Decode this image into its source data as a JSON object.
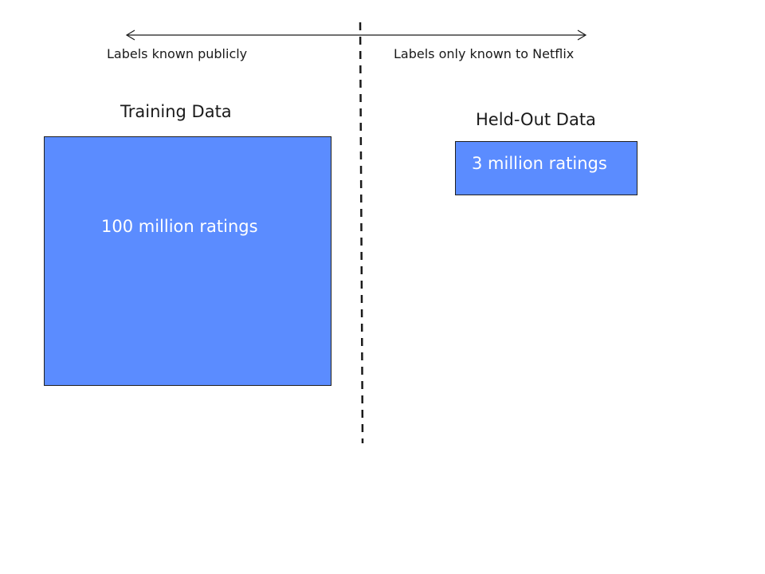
{
  "diagram": {
    "split_arrow": {
      "left_label": "Labels known publicly",
      "right_label": "Labels only known to Netflix"
    },
    "training": {
      "title": "Training Data",
      "box_text": "100 million ratings"
    },
    "heldout": {
      "title": "Held-Out Data",
      "box_text": "3 million ratings"
    }
  },
  "colors": {
    "box_fill": "#5b8cff",
    "box_border": "#1f1f1f",
    "line": "#1a1a1a"
  }
}
